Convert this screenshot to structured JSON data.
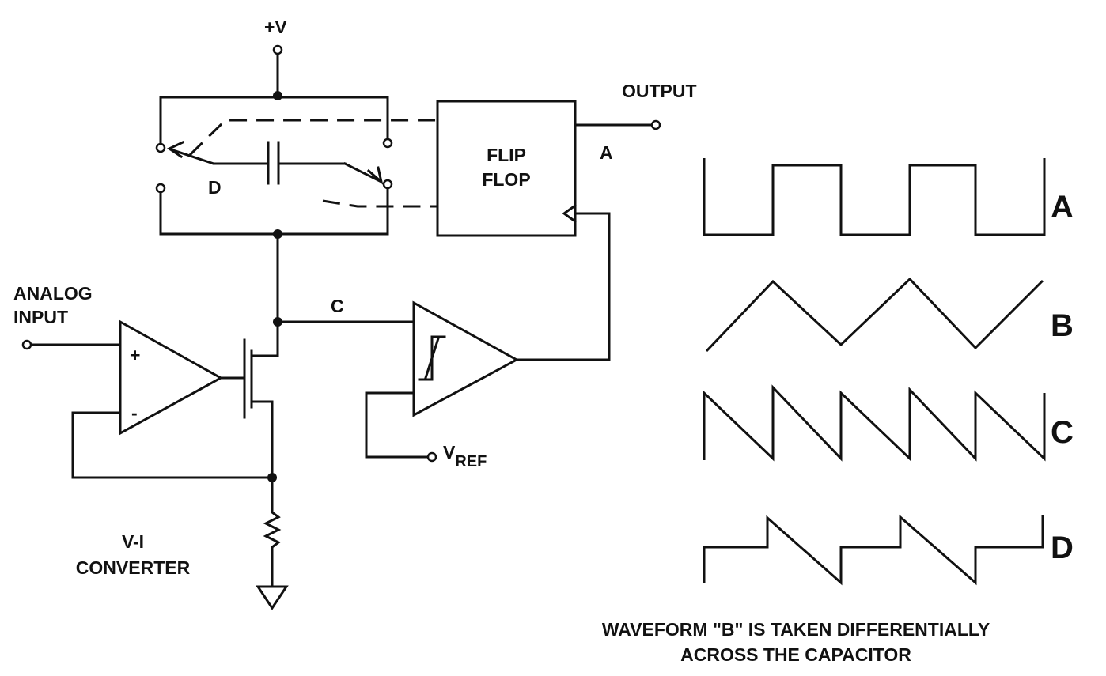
{
  "labels": {
    "vplus": "+V",
    "output": "OUTPUT",
    "flipflop_line1": "FLIP",
    "flipflop_line2": "FLOP",
    "node_a": "A",
    "node_d": "D",
    "node_c": "C",
    "analog_line1": "ANALOG",
    "analog_line2": "INPUT",
    "plus_sign": "+",
    "minus_sign": "-",
    "vref_main": "V",
    "vref_sub": "REF",
    "vi_line1": "V-I",
    "vi_line2": "CONVERTER"
  },
  "waveforms": [
    {
      "id": "A",
      "label": "A",
      "shape": "square"
    },
    {
      "id": "B",
      "label": "B",
      "shape": "triangle"
    },
    {
      "id": "C",
      "label": "C",
      "shape": "sawtooth"
    },
    {
      "id": "D",
      "label": "D",
      "shape": "stepped-sawtooth"
    }
  ],
  "caption": {
    "line1": "WAVEFORM \"B\" IS TAKEN DIFFERENTIALLY",
    "line2": "ACROSS THE CAPACITOR"
  },
  "colors": {
    "ink": "#111111",
    "background": "#ffffff"
  }
}
